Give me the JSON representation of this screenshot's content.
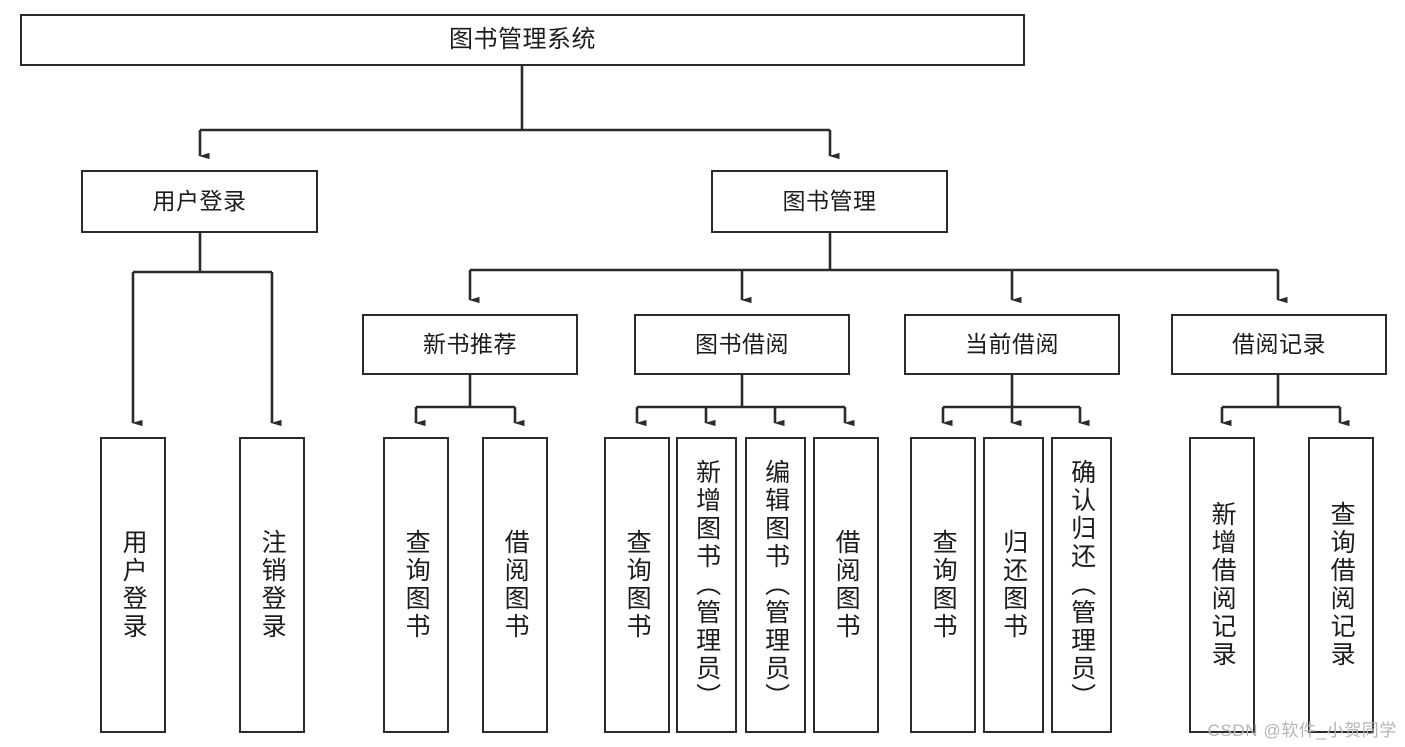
{
  "diagram": {
    "type": "tree-hierarchy",
    "orientation": "top-down",
    "root": {
      "id": "root",
      "label": "图书管理系统"
    },
    "level1": [
      {
        "id": "user-login",
        "label": "用户登录"
      },
      {
        "id": "book-manage",
        "label": "图书管理"
      }
    ],
    "level2": [
      {
        "id": "new-book-rec",
        "label": "新书推荐",
        "parent": "book-manage"
      },
      {
        "id": "book-borrow",
        "label": "图书借阅",
        "parent": "book-manage"
      },
      {
        "id": "current-borrow",
        "label": "当前借阅",
        "parent": "book-manage"
      },
      {
        "id": "borrow-record",
        "label": "借阅记录",
        "parent": "book-manage"
      }
    ],
    "leaves": [
      {
        "id": "leaf-user-login",
        "label": "用户登录",
        "parent": "user-login"
      },
      {
        "id": "leaf-logout-login",
        "label": "注销登录",
        "parent": "user-login"
      },
      {
        "id": "leaf-query-book-1",
        "label": "查询图书",
        "parent": "new-book-rec"
      },
      {
        "id": "leaf-borrow-book-1",
        "label": "借阅图书",
        "parent": "new-book-rec"
      },
      {
        "id": "leaf-query-book-2",
        "label": "查询图书",
        "parent": "book-borrow"
      },
      {
        "id": "leaf-add-book",
        "label": "新增图书（管理员）",
        "parent": "book-borrow"
      },
      {
        "id": "leaf-edit-book",
        "label": "编辑图书（管理员）",
        "parent": "book-borrow"
      },
      {
        "id": "leaf-borrow-book-2",
        "label": "借阅图书",
        "parent": "book-borrow"
      },
      {
        "id": "leaf-query-book-3",
        "label": "查询图书",
        "parent": "current-borrow"
      },
      {
        "id": "leaf-return-book",
        "label": "归还图书",
        "parent": "current-borrow"
      },
      {
        "id": "leaf-confirm-return",
        "label": "确认归还（管理员）",
        "parent": "current-borrow"
      },
      {
        "id": "leaf-add-record",
        "label": "新增借阅记录",
        "parent": "borrow-record"
      },
      {
        "id": "leaf-query-record",
        "label": "查询借阅记录",
        "parent": "borrow-record"
      }
    ],
    "colors": {
      "stroke": "#2b2b2b",
      "fill": "#ffffff",
      "text": "#1c1c1c",
      "watermark": "#b4b4b4"
    }
  },
  "watermark": {
    "text": "CSDN @软件_小贺同学"
  }
}
